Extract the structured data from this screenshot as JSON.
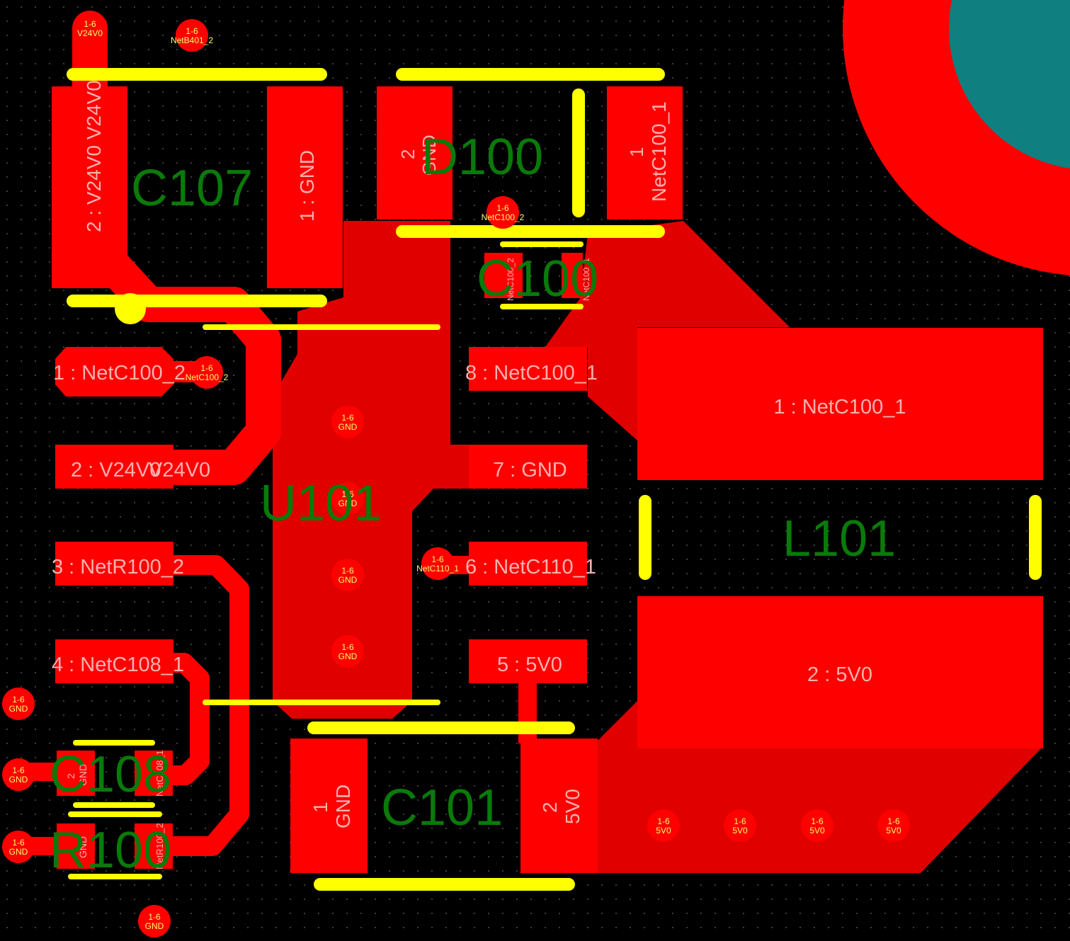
{
  "colors": {
    "background": "#000000",
    "copper": "#ff0000",
    "copper_dark": "#e00000",
    "silkscreen": "#ffff00",
    "designator": "#0a7a0a",
    "pad_text": "#ffb0b0",
    "mounting_hole": "#0f7f7f"
  },
  "components": {
    "C107": {
      "designator": "C107",
      "pad1": "1 : GND",
      "pad2": "2 : V24V0 V24V0"
    },
    "D100": {
      "designator": "D100",
      "pad1_num": "1",
      "pad1_net": "NetC100_1",
      "pad2_num": "2",
      "pad2_net": "GND"
    },
    "C100": {
      "designator": "C100",
      "pad1": "NetC100_1",
      "pad2": "NetC100_2"
    },
    "U101": {
      "designator": "U101",
      "pins": [
        "1 : NetC100_2",
        "2 : V24V0",
        "V24V0",
        "3 : NetR100_2",
        "4 : NetC108_1",
        "5 : 5V0",
        "6 : NetC110_1",
        "7 : GND",
        "8 : NetC100_1"
      ]
    },
    "L101": {
      "designator": "L101",
      "pad1": "1 : NetC100_1",
      "pad2": "2 : 5V0"
    },
    "C101": {
      "designator": "C101",
      "pad1_num": "1",
      "pad1_net": "GND",
      "pad2_num": "2",
      "pad2_net": "5V0"
    },
    "C108": {
      "designator": "C108",
      "pad1": "NetC108_1",
      "pad2_num": "2",
      "pad2_net": "GND"
    },
    "R100": {
      "designator": "R100",
      "pad1": "GND",
      "pad2": "NetR100_2"
    }
  },
  "vias": [
    {
      "layers": "1-6",
      "net": "V24V0"
    },
    {
      "layers": "1-6",
      "net": "NetB401_2"
    },
    {
      "layers": "1-6",
      "net": "NetC100_2"
    },
    {
      "layers": "1-6",
      "net": "NetC100_2"
    },
    {
      "layers": "1-6",
      "net": "GND"
    },
    {
      "layers": "1-6",
      "net": "GND"
    },
    {
      "layers": "1-6",
      "net": "GND"
    },
    {
      "layers": "1-6",
      "net": "GND"
    },
    {
      "layers": "1-6",
      "net": "NetC110_1"
    },
    {
      "layers": "1-6",
      "net": "GND"
    },
    {
      "layers": "1-6",
      "net": "GND"
    },
    {
      "layers": "1-6",
      "net": "GND"
    },
    {
      "layers": "1-6",
      "net": "GND"
    },
    {
      "layers": "1-6",
      "net": "5V0"
    },
    {
      "layers": "1-6",
      "net": "5V0"
    },
    {
      "layers": "1-6",
      "net": "5V0"
    },
    {
      "layers": "1-6",
      "net": "5V0"
    }
  ]
}
